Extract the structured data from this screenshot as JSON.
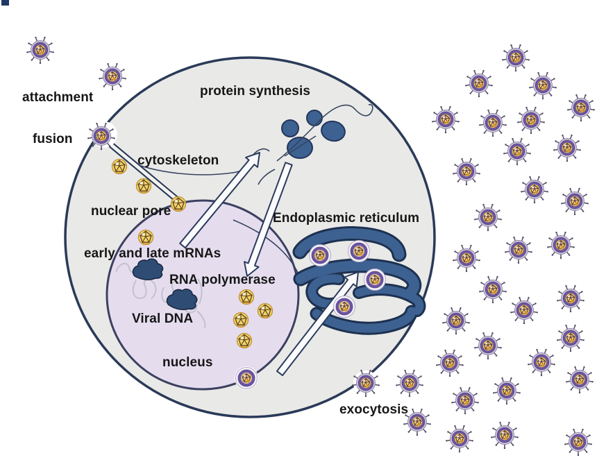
{
  "labels": {
    "attachment": "attachment",
    "fusion": "fusion",
    "protein_synthesis": "protein synthesis",
    "cytoskeleton": "cytoskeleton",
    "nuclear_pore": "nuclear pore",
    "early_late_mrnas": "early and late mRNAs",
    "rna_polymerase": "RNA polymerase",
    "viral_dna": "Viral DNA",
    "nucleus": "nucleus",
    "endoplasmic_reticulum": "Endoplasmic reticulum",
    "exocytosis": "exocytosis"
  },
  "icons": {
    "spiked_virion": "enveloped virus particle with spikes",
    "enveloped_virion": "enveloped virus particle without spikes",
    "naked_capsid": "gold viral capsid",
    "ribosome": "ribosome",
    "rna_polymerase_blob": "RNA polymerase enzyme",
    "er_cisternae": "endoplasmic reticulum cisternae"
  },
  "colors": {
    "membrane": "#2a3a58",
    "cytoplasm": "#e9e9e7",
    "nucleus_fill": "#e5ddee",
    "nucleus_stroke": "#3c4060",
    "er_blue": "#3d6191",
    "ribosome_blue": "#3d6191",
    "envelope_purple": "#6b54a3",
    "envelope_rim": "#c9c2d6",
    "capsid_gold": "#f1d46a",
    "capsid_orange": "#dd9a38",
    "label_text": "#161616",
    "corner_square": "#1f3864"
  }
}
